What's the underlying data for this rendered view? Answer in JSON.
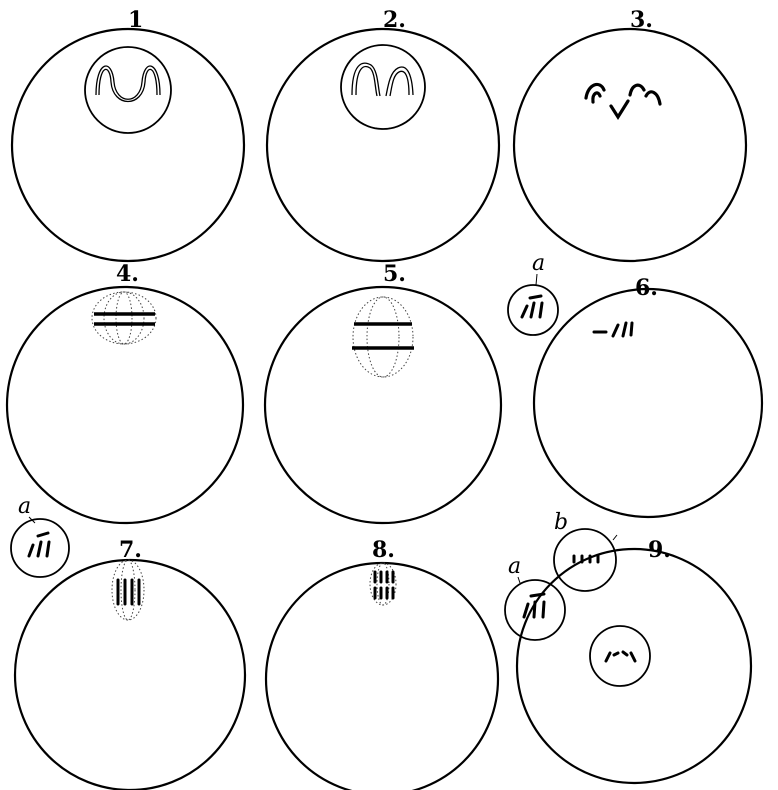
{
  "figures": [
    {
      "label": "1"
    },
    {
      "label": "2."
    },
    {
      "label": "3."
    },
    {
      "label": "4."
    },
    {
      "label": "5."
    },
    {
      "label": "6."
    },
    {
      "label": "7."
    },
    {
      "label": "8."
    },
    {
      "label": "9."
    }
  ],
  "sub_labels": {
    "a": "a",
    "b": "b"
  }
}
